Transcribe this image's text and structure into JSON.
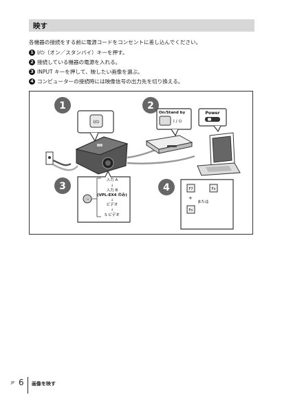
{
  "header": {
    "title": "映す"
  },
  "intro": "各機器の接続をする前に電源コードをコンセントに差し込んでください。",
  "steps": [
    {
      "num": "1",
      "text": "I/⏻（オン／スタンバイ）キーを押す。"
    },
    {
      "num": "2",
      "text": "接続している機器の電源を入れる。"
    },
    {
      "num": "3",
      "text": "INPUT キーを押して、映したい画像を選ぶ。"
    },
    {
      "num": "4",
      "text": "コンピューターの接続時には映像信号の出力先を切り換える。"
    }
  ],
  "figure": {
    "callouts": [
      "1",
      "2",
      "3",
      "4"
    ],
    "power_key": "I/⏻",
    "on_standby_label": "On/Stand by",
    "on_standby_symbol": "I / ⏻",
    "power_label": "Power",
    "input_list": [
      "入力 A",
      "入力 B",
      "(VPL-EX4 のみ)",
      "ビデオ",
      "S ビデオ"
    ],
    "fn_keys": {
      "f7": "F7",
      "fx": "Fx",
      "plus": "+",
      "fn": "Fn",
      "or": "または"
    }
  },
  "footer": {
    "lang": "JP",
    "page_number": "6",
    "section_title": "画像を映す"
  }
}
